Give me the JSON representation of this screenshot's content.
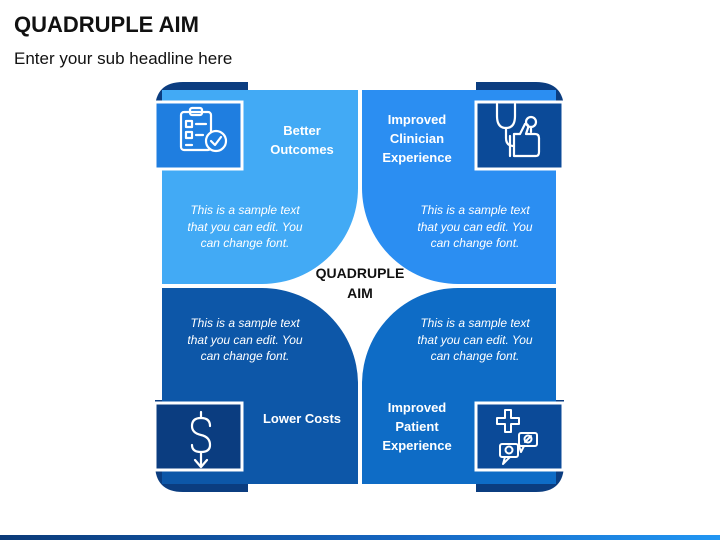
{
  "title": "QUADRUPLE AIM",
  "subtitle": "Enter your sub headline here",
  "center_label": "QUADRUPLE\nAIM",
  "colors": {
    "top_left": "#42aaf5",
    "top_right": "#2b8ef2",
    "bottom_left": "#0d57a8",
    "bottom_right": "#0e6cc6",
    "icon_box_light": "#1f7ee0",
    "icon_box_dark": "#0b3d80"
  },
  "quadrants": [
    {
      "heading": "Better\nOutcomes",
      "text": "This is a sample text\nthat you can edit. You\ncan change font.",
      "icon": "checklist-icon"
    },
    {
      "heading": "Improved\nClinician\nExperience",
      "text": "This is a sample text\nthat you can edit. You\ncan change font.",
      "icon": "stethoscope-thumbs-up-icon"
    },
    {
      "heading": "Lower Costs",
      "text": "This is a sample text\nthat you can edit. You\ncan change font.",
      "icon": "dollar-down-icon"
    },
    {
      "heading": "Improved\nPatient\nExperience",
      "text": "This is a sample text\nthat you can edit. You\ncan change font.",
      "icon": "medical-chat-icon"
    }
  ]
}
